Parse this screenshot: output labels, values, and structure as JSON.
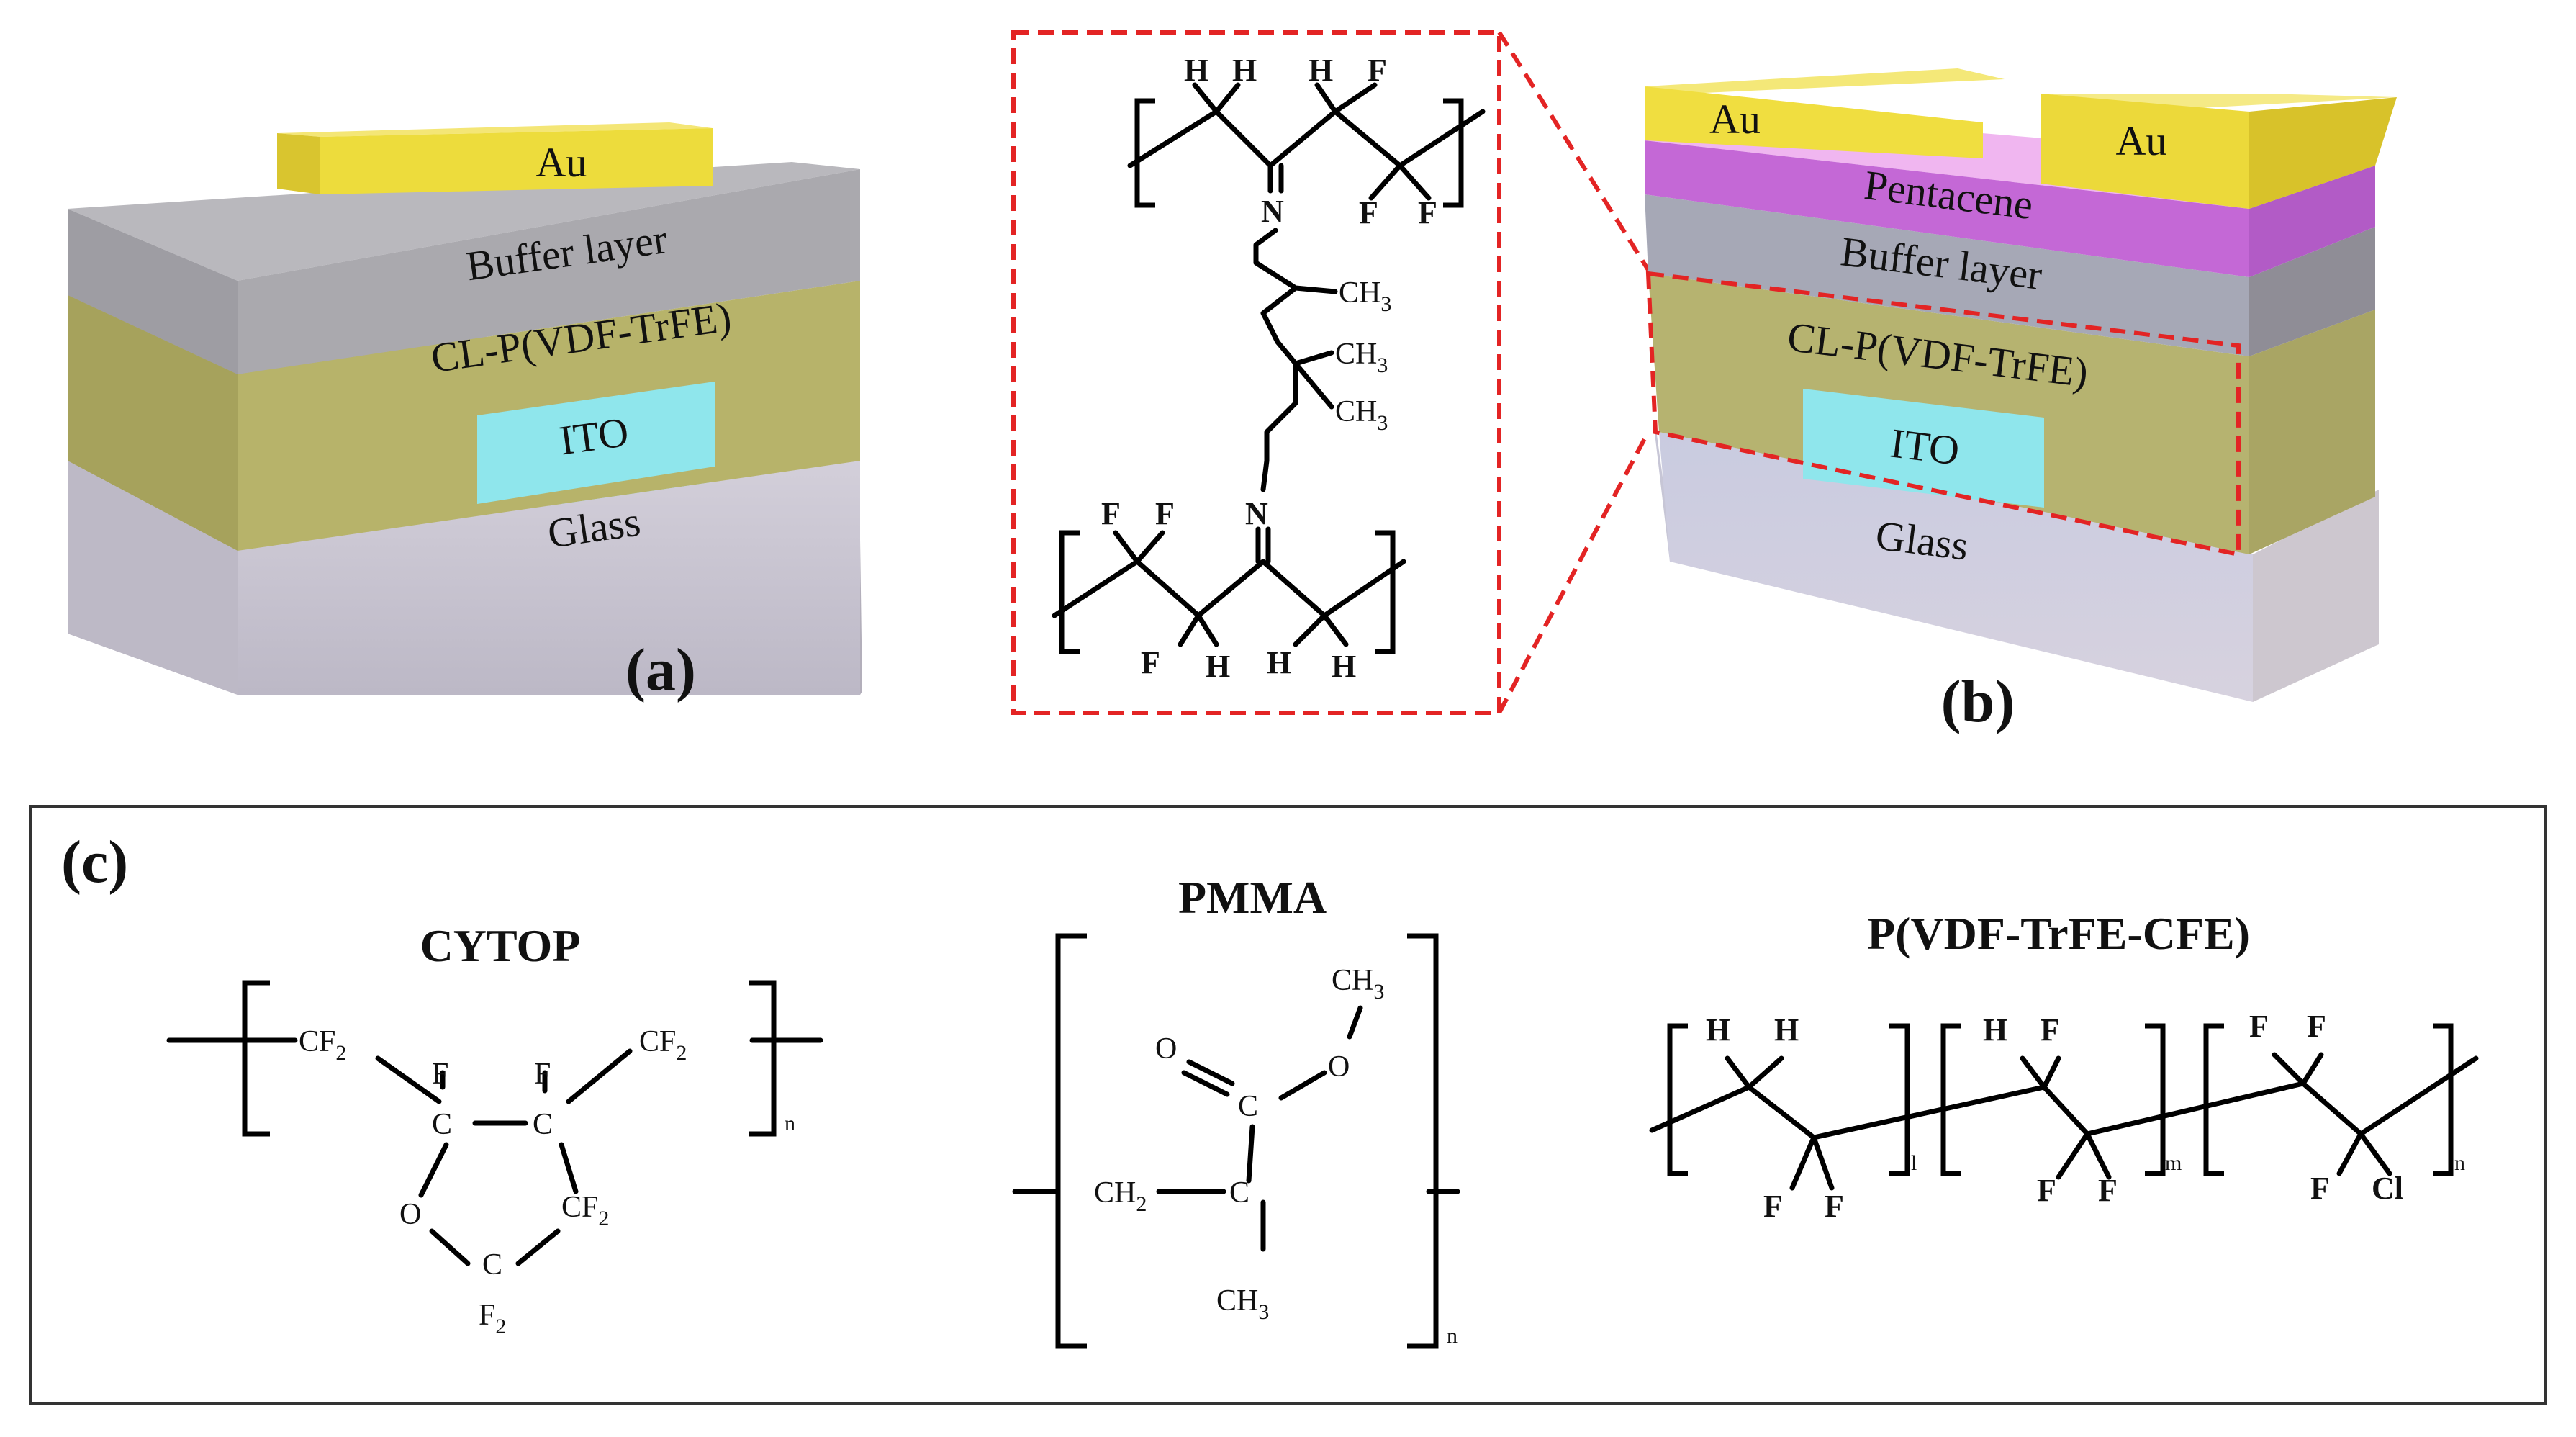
{
  "panel_a": {
    "label": "(a)",
    "layers": {
      "au": "Au",
      "buffer": "Buffer layer",
      "dielectric": "CL-P(VDF-TrFE)",
      "ito": "ITO",
      "glass": "Glass"
    }
  },
  "panel_b": {
    "label": "(b)",
    "layers": {
      "au_left": "Au",
      "au_right": "Au",
      "pentacene": "Pentacene",
      "buffer": "Buffer layer",
      "dielectric": "CL-P(VDF-TrFE)",
      "ito": "ITO",
      "glass": "Glass"
    }
  },
  "crosslink_structure": {
    "top_chain_atoms": [
      "H",
      "H",
      "H",
      "F",
      "N",
      "F",
      "F"
    ],
    "side_groups": [
      "CH",
      "3",
      "CH",
      "3",
      "CH",
      "3"
    ],
    "bottom_chain_atoms": [
      "F",
      "F",
      "N",
      "F",
      "H",
      "H",
      "H"
    ]
  },
  "panel_c": {
    "label": "(c)",
    "cytop": {
      "title": "CYTOP",
      "atoms": [
        "CF",
        "2",
        "CF",
        "2",
        "F",
        "F",
        "C",
        "C",
        "O",
        "CF",
        "2",
        "C",
        "F",
        "2"
      ],
      "subscript": "n"
    },
    "pmma": {
      "title": "PMMA",
      "atoms": [
        "CH",
        "3",
        "O",
        "C",
        "O",
        "CH",
        "2",
        "C",
        "CH",
        "3"
      ],
      "subscript": "n"
    },
    "pvdf": {
      "title": "P(VDF-TrFE-CFE)",
      "atoms": [
        "H",
        "H",
        "F",
        "F",
        "H",
        "F",
        "F",
        "F",
        "F",
        "F",
        "F",
        "Cl"
      ],
      "subscripts": [
        "l",
        "m",
        "n"
      ]
    }
  },
  "colors": {
    "au_top": "#f2e24a",
    "au_front": "#e8d43a",
    "buffer": "#a5a4a9",
    "dielectric": "#b7b36a",
    "ito": "#8fe6ec",
    "glass": "#c9c6d1",
    "pentacene": "#c468d6",
    "dashed_box": "#e32424"
  }
}
